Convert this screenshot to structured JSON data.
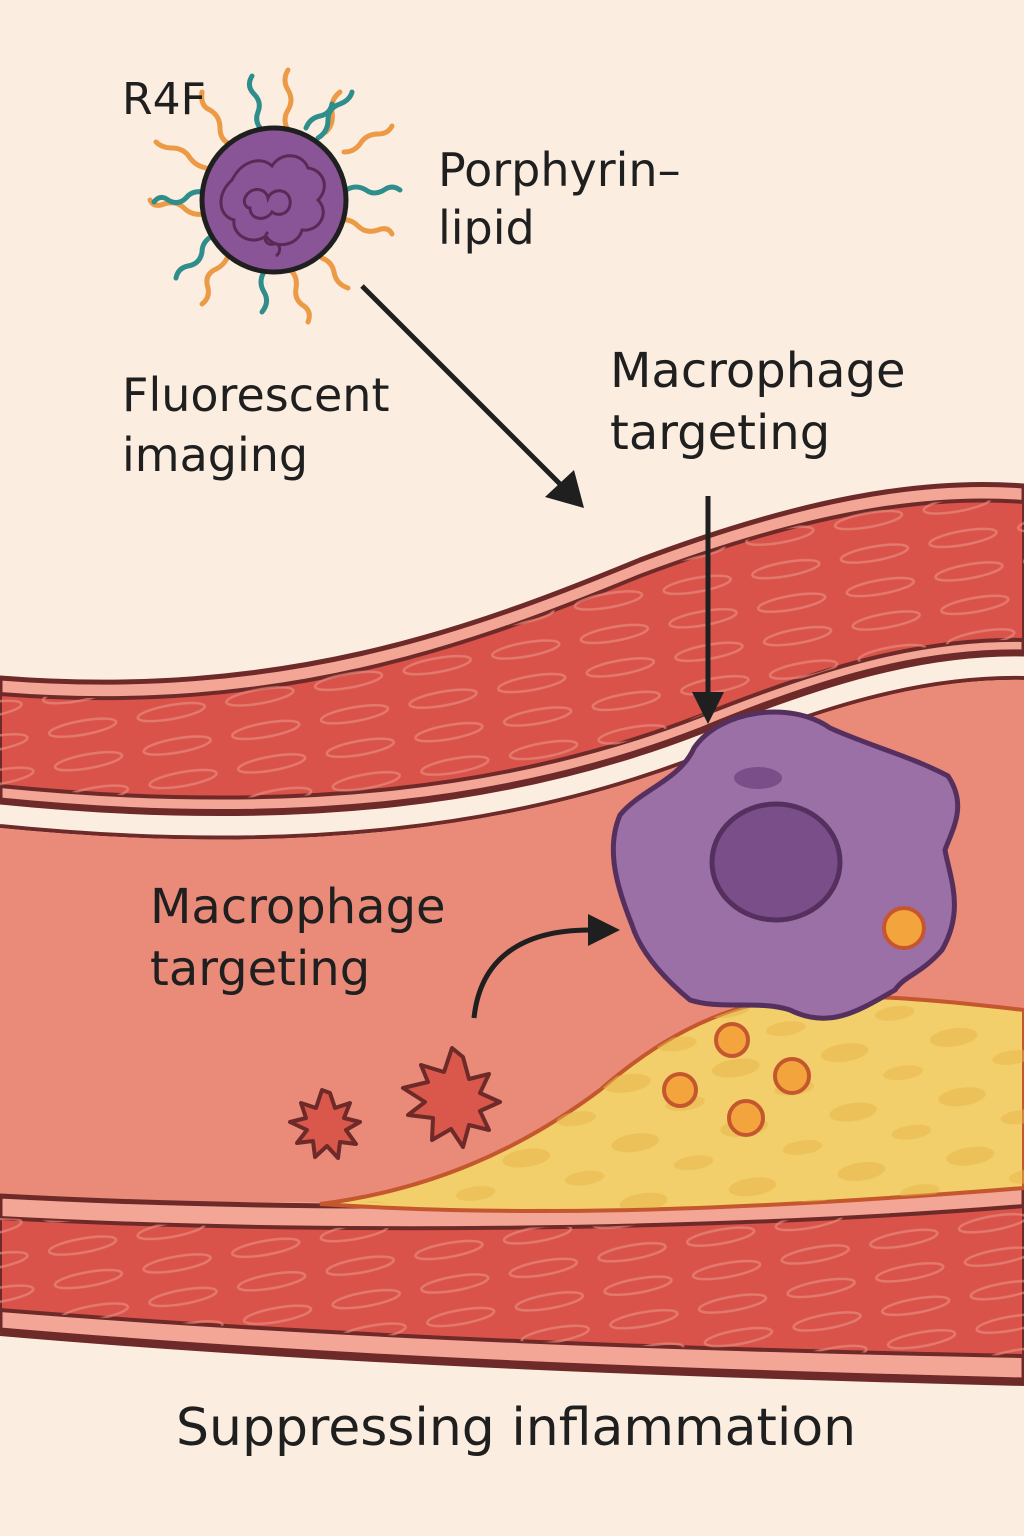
{
  "labels": {
    "r4f": "R4F",
    "porphyrin_line1": "Porphyrin–",
    "porphyrin_line2": "lipid",
    "fluorescent_line1": "Fluorescent",
    "fluorescent_line2": "imaging",
    "macrophage_top_line1": "Macrophage",
    "macrophage_top_line2": "targeting",
    "macrophage_mid_line1": "Macrophage",
    "macrophage_mid_line2": "targeting",
    "bottom_caption": "Suppressing inflammation"
  },
  "colors": {
    "background": "#fbeee0",
    "vessel_wall": "#d9534a",
    "vessel_lumen": "#ea8a78",
    "plaque": "#f2cf6a",
    "macrophage": "#9a70a6",
    "nanoparticle": "#8a5596",
    "lipid_orange": "#ec9a46",
    "lipid_teal": "#2f8e8c",
    "cytokine": "#d9574b",
    "outline": "#6e2a28"
  }
}
